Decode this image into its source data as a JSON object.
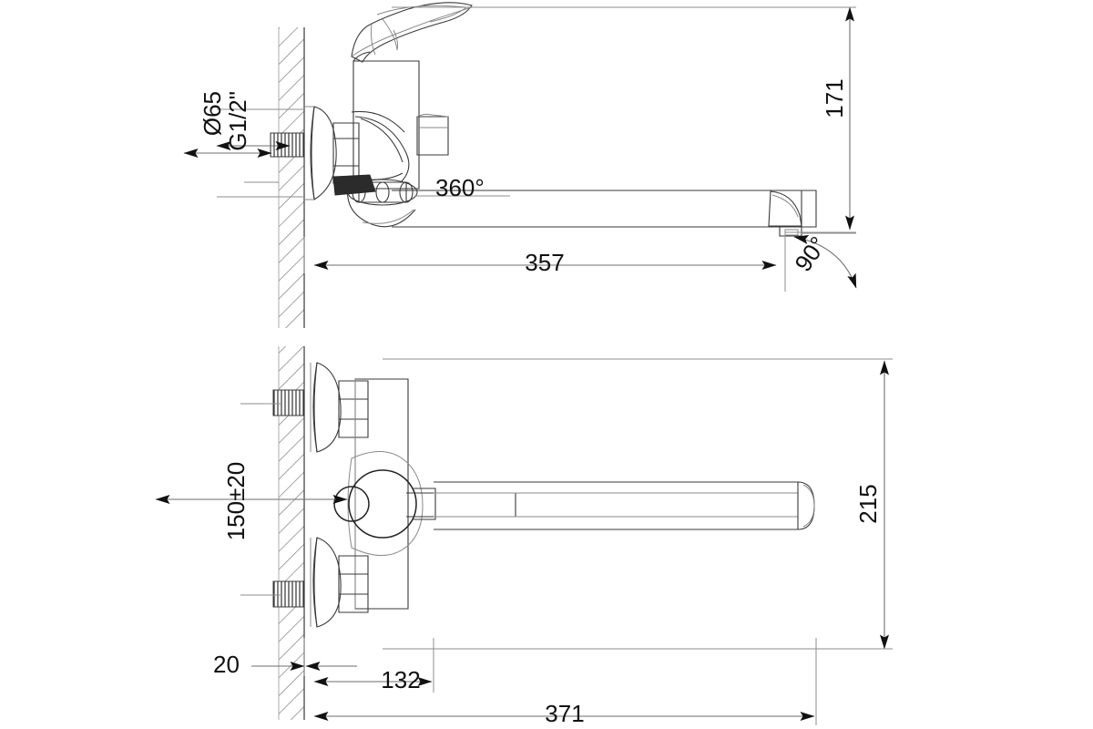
{
  "drawing": {
    "title": "Wall-mounted bath/shower mixer tap with long swivel spout — dimensioned technical drawing",
    "units": "mm",
    "views": [
      {
        "name": "side-elevation-top",
        "description": "Side elevation showing wall, inlet connection, mixer body, lever handle and long horizontal spout"
      },
      {
        "name": "front-elevation-bottom",
        "description": "Front elevation showing wall, two inlet connections, body, lever and long spout"
      }
    ]
  },
  "dimensions": {
    "diameter_escutcheon": "Ø65",
    "thread_size": "G1/2\"",
    "spout_rotation": "360°",
    "spout_length_top": "357",
    "spout_swivel_angle": "90°",
    "height_top_view": "171",
    "inlet_centres": "150±20",
    "wall_offset": "20",
    "body_depth": "132",
    "overall_length_bottom": "371",
    "overall_height_bottom": "215"
  },
  "labels": {
    "d65": "Ø65",
    "g12": "G1/2\"",
    "a360": "360°",
    "l357": "357",
    "a90": "90°",
    "h171": "171",
    "c150": "150±20",
    "w20": "20",
    "d132": "132",
    "l371": "371",
    "h215": "215"
  },
  "colors": {
    "background": "#ffffff",
    "object_line": "#3a3a3a",
    "dimension_line": "#6e6e6e",
    "text": "#111111",
    "hatch": "#7d7d7d"
  }
}
